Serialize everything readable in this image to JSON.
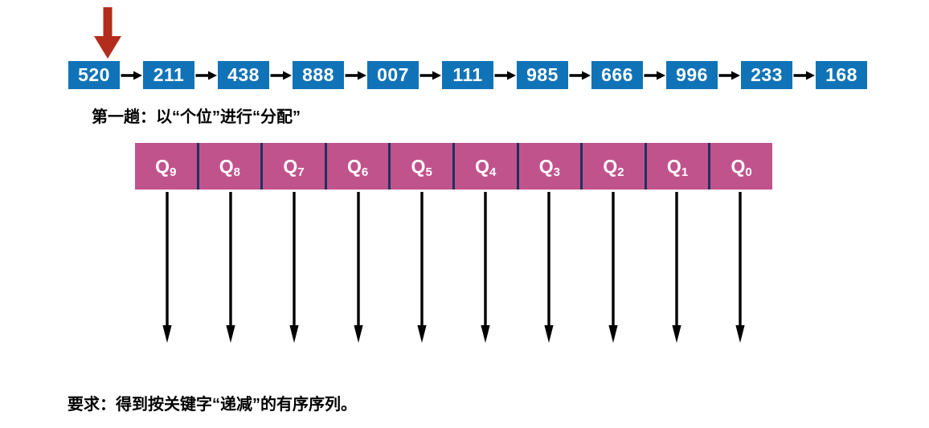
{
  "colors": {
    "node_blue": "#1173b7",
    "queue_pink": "#c1538c",
    "divider_navy": "#1d3160",
    "pointer_red": "#b22d1c",
    "ink_black": "#000000"
  },
  "linked_list": {
    "nodes": [
      "520",
      "211",
      "438",
      "888",
      "007",
      "111",
      "985",
      "666",
      "996",
      "233",
      "168"
    ]
  },
  "captions": {
    "pass": "第一趟：以“个位”进行“分配”",
    "requirement": "要求：得到按关键字“递减”的有序序列。"
  },
  "queues": [
    {
      "base": "Q",
      "sub": "9"
    },
    {
      "base": "Q",
      "sub": "8"
    },
    {
      "base": "Q",
      "sub": "7"
    },
    {
      "base": "Q",
      "sub": "6"
    },
    {
      "base": "Q",
      "sub": "5"
    },
    {
      "base": "Q",
      "sub": "4"
    },
    {
      "base": "Q",
      "sub": "3"
    },
    {
      "base": "Q",
      "sub": "2"
    },
    {
      "base": "Q",
      "sub": "1"
    },
    {
      "base": "Q",
      "sub": "0"
    }
  ]
}
